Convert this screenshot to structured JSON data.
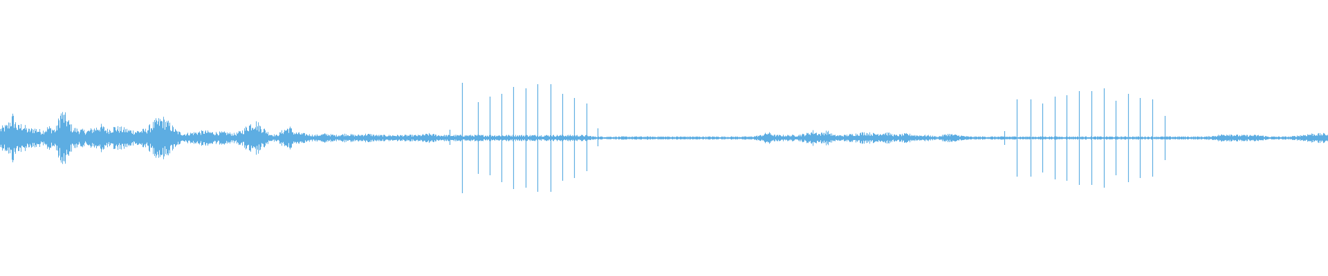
{
  "waveform": {
    "color": "#5dade2",
    "background": "#ffffff",
    "duration_units": 1920,
    "envelope": [
      {
        "t": 0,
        "a": 0.07
      },
      {
        "t": 10,
        "a": 0.09
      },
      {
        "t": 18,
        "a": 0.16
      },
      {
        "t": 25,
        "a": 0.08
      },
      {
        "t": 32,
        "a": 0.1
      },
      {
        "t": 40,
        "a": 0.06
      },
      {
        "t": 50,
        "a": 0.07
      },
      {
        "t": 60,
        "a": 0.05
      },
      {
        "t": 70,
        "a": 0.08
      },
      {
        "t": 80,
        "a": 0.06
      },
      {
        "t": 88,
        "a": 0.19
      },
      {
        "t": 95,
        "a": 0.15
      },
      {
        "t": 105,
        "a": 0.07
      },
      {
        "t": 115,
        "a": 0.06
      },
      {
        "t": 125,
        "a": 0.05
      },
      {
        "t": 135,
        "a": 0.07
      },
      {
        "t": 145,
        "a": 0.09
      },
      {
        "t": 155,
        "a": 0.06
      },
      {
        "t": 165,
        "a": 0.08
      },
      {
        "t": 175,
        "a": 0.07
      },
      {
        "t": 185,
        "a": 0.06
      },
      {
        "t": 195,
        "a": 0.05
      },
      {
        "t": 210,
        "a": 0.06
      },
      {
        "t": 225,
        "a": 0.12
      },
      {
        "t": 235,
        "a": 0.14
      },
      {
        "t": 245,
        "a": 0.1
      },
      {
        "t": 255,
        "a": 0.05
      },
      {
        "t": 265,
        "a": 0.03
      },
      {
        "t": 280,
        "a": 0.04
      },
      {
        "t": 295,
        "a": 0.05
      },
      {
        "t": 310,
        "a": 0.04
      },
      {
        "t": 325,
        "a": 0.04
      },
      {
        "t": 340,
        "a": 0.03
      },
      {
        "t": 352,
        "a": 0.06
      },
      {
        "t": 360,
        "a": 0.1
      },
      {
        "t": 368,
        "a": 0.12
      },
      {
        "t": 378,
        "a": 0.08
      },
      {
        "t": 390,
        "a": 0.03
      },
      {
        "t": 400,
        "a": 0.02
      },
      {
        "t": 410,
        "a": 0.06
      },
      {
        "t": 418,
        "a": 0.08
      },
      {
        "t": 425,
        "a": 0.04
      },
      {
        "t": 440,
        "a": 0.03
      },
      {
        "t": 455,
        "a": 0.02
      },
      {
        "t": 470,
        "a": 0.03
      },
      {
        "t": 485,
        "a": 0.02
      },
      {
        "t": 500,
        "a": 0.03
      },
      {
        "t": 515,
        "a": 0.02
      },
      {
        "t": 530,
        "a": 0.03
      },
      {
        "t": 545,
        "a": 0.02
      },
      {
        "t": 560,
        "a": 0.02
      },
      {
        "t": 575,
        "a": 0.02
      },
      {
        "t": 590,
        "a": 0.02
      },
      {
        "t": 605,
        "a": 0.02
      },
      {
        "t": 620,
        "a": 0.03
      },
      {
        "t": 635,
        "a": 0.02
      },
      {
        "t": 650,
        "a": 0.02
      },
      {
        "t": 665,
        "a": 0.02
      },
      {
        "t": 680,
        "a": 0.02
      },
      {
        "t": 695,
        "a": 0.02
      },
      {
        "t": 710,
        "a": 0.02
      },
      {
        "t": 725,
        "a": 0.02
      },
      {
        "t": 740,
        "a": 0.02
      },
      {
        "t": 755,
        "a": 0.02
      },
      {
        "t": 770,
        "a": 0.02
      },
      {
        "t": 785,
        "a": 0.02
      },
      {
        "t": 800,
        "a": 0.02
      },
      {
        "t": 815,
        "a": 0.02
      },
      {
        "t": 830,
        "a": 0.02
      },
      {
        "t": 845,
        "a": 0.02
      },
      {
        "t": 860,
        "a": 0.01
      },
      {
        "t": 875,
        "a": 0.01
      },
      {
        "t": 890,
        "a": 0.01
      },
      {
        "t": 905,
        "a": 0.01
      },
      {
        "t": 920,
        "a": 0.01
      },
      {
        "t": 935,
        "a": 0.01
      },
      {
        "t": 950,
        "a": 0.01
      },
      {
        "t": 965,
        "a": 0.01
      },
      {
        "t": 980,
        "a": 0.01
      },
      {
        "t": 995,
        "a": 0.01
      },
      {
        "t": 1010,
        "a": 0.01
      },
      {
        "t": 1025,
        "a": 0.01
      },
      {
        "t": 1040,
        "a": 0.01
      },
      {
        "t": 1055,
        "a": 0.01
      },
      {
        "t": 1070,
        "a": 0.01
      },
      {
        "t": 1085,
        "a": 0.01
      },
      {
        "t": 1100,
        "a": 0.02
      },
      {
        "t": 1110,
        "a": 0.04
      },
      {
        "t": 1120,
        "a": 0.02
      },
      {
        "t": 1135,
        "a": 0.02
      },
      {
        "t": 1150,
        "a": 0.02
      },
      {
        "t": 1165,
        "a": 0.03
      },
      {
        "t": 1175,
        "a": 0.05
      },
      {
        "t": 1185,
        "a": 0.03
      },
      {
        "t": 1195,
        "a": 0.05
      },
      {
        "t": 1205,
        "a": 0.02
      },
      {
        "t": 1220,
        "a": 0.02
      },
      {
        "t": 1235,
        "a": 0.03
      },
      {
        "t": 1250,
        "a": 0.04
      },
      {
        "t": 1265,
        "a": 0.03
      },
      {
        "t": 1280,
        "a": 0.04
      },
      {
        "t": 1295,
        "a": 0.02
      },
      {
        "t": 1310,
        "a": 0.03
      },
      {
        "t": 1325,
        "a": 0.02
      },
      {
        "t": 1340,
        "a": 0.02
      },
      {
        "t": 1355,
        "a": 0.01
      },
      {
        "t": 1370,
        "a": 0.03
      },
      {
        "t": 1385,
        "a": 0.02
      },
      {
        "t": 1400,
        "a": 0.01
      },
      {
        "t": 1415,
        "a": 0.01
      },
      {
        "t": 1430,
        "a": 0.01
      },
      {
        "t": 1445,
        "a": 0.01
      },
      {
        "t": 1460,
        "a": 0.01
      },
      {
        "t": 1475,
        "a": 0.01
      },
      {
        "t": 1490,
        "a": 0.01
      },
      {
        "t": 1505,
        "a": 0.01
      },
      {
        "t": 1520,
        "a": 0.01
      },
      {
        "t": 1535,
        "a": 0.01
      },
      {
        "t": 1550,
        "a": 0.01
      },
      {
        "t": 1565,
        "a": 0.01
      },
      {
        "t": 1580,
        "a": 0.01
      },
      {
        "t": 1595,
        "a": 0.01
      },
      {
        "t": 1610,
        "a": 0.01
      },
      {
        "t": 1625,
        "a": 0.01
      },
      {
        "t": 1640,
        "a": 0.01
      },
      {
        "t": 1655,
        "a": 0.01
      },
      {
        "t": 1670,
        "a": 0.01
      },
      {
        "t": 1685,
        "a": 0.01
      },
      {
        "t": 1700,
        "a": 0.01
      },
      {
        "t": 1715,
        "a": 0.01
      },
      {
        "t": 1730,
        "a": 0.01
      },
      {
        "t": 1745,
        "a": 0.01
      },
      {
        "t": 1760,
        "a": 0.02
      },
      {
        "t": 1775,
        "a": 0.03
      },
      {
        "t": 1790,
        "a": 0.02
      },
      {
        "t": 1805,
        "a": 0.02
      },
      {
        "t": 1820,
        "a": 0.02
      },
      {
        "t": 1835,
        "a": 0.01
      },
      {
        "t": 1850,
        "a": 0.01
      },
      {
        "t": 1865,
        "a": 0.01
      },
      {
        "t": 1880,
        "a": 0.02
      },
      {
        "t": 1895,
        "a": 0.03
      },
      {
        "t": 1910,
        "a": 0.03
      },
      {
        "t": 1920,
        "a": 0.03
      }
    ],
    "spikes": [
      {
        "t": 650,
        "up": 0.06,
        "down": 0.05
      },
      {
        "t": 668,
        "up": 0.4,
        "down": 0.4
      },
      {
        "t": 691,
        "up": 0.26,
        "down": 0.26
      },
      {
        "t": 708,
        "up": 0.3,
        "down": 0.27
      },
      {
        "t": 725,
        "up": 0.32,
        "down": 0.32
      },
      {
        "t": 742,
        "up": 0.37,
        "down": 0.37
      },
      {
        "t": 760,
        "up": 0.36,
        "down": 0.36
      },
      {
        "t": 777,
        "up": 0.39,
        "down": 0.39
      },
      {
        "t": 796,
        "up": 0.39,
        "down": 0.39
      },
      {
        "t": 813,
        "up": 0.32,
        "down": 0.31
      },
      {
        "t": 830,
        "up": 0.29,
        "down": 0.29
      },
      {
        "t": 848,
        "up": 0.25,
        "down": 0.24
      },
      {
        "t": 864,
        "up": 0.07,
        "down": 0.06
      },
      {
        "t": 1452,
        "up": 0.05,
        "down": 0.05
      },
      {
        "t": 1470,
        "up": 0.28,
        "down": 0.28
      },
      {
        "t": 1490,
        "up": 0.28,
        "down": 0.28
      },
      {
        "t": 1507,
        "up": 0.25,
        "down": 0.25
      },
      {
        "t": 1525,
        "up": 0.3,
        "down": 0.3
      },
      {
        "t": 1542,
        "up": 0.31,
        "down": 0.31
      },
      {
        "t": 1560,
        "up": 0.34,
        "down": 0.34
      },
      {
        "t": 1578,
        "up": 0.34,
        "down": 0.34
      },
      {
        "t": 1596,
        "up": 0.36,
        "down": 0.36
      },
      {
        "t": 1613,
        "up": 0.27,
        "down": 0.27
      },
      {
        "t": 1631,
        "up": 0.32,
        "down": 0.32
      },
      {
        "t": 1648,
        "up": 0.29,
        "down": 0.29
      },
      {
        "t": 1666,
        "up": 0.28,
        "down": 0.28
      },
      {
        "t": 1684,
        "up": 0.16,
        "down": 0.16
      }
    ]
  }
}
